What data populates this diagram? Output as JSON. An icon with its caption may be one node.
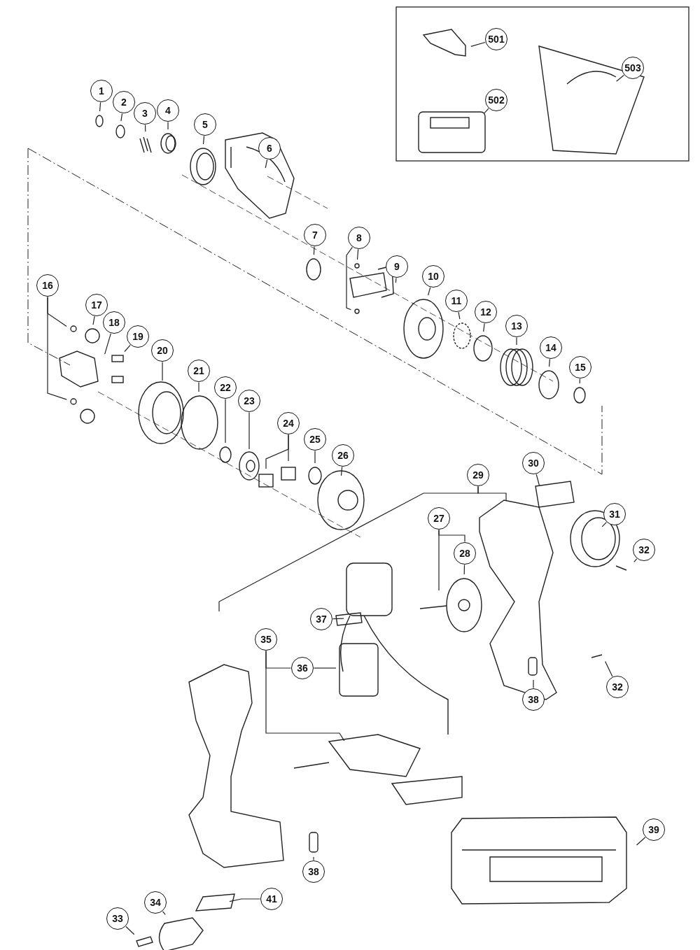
{
  "diagram": {
    "nodes": [
      {
        "text": [
          "1"
        ]
      },
      {
        "text": [
          "2"
        ]
      },
      {
        "text": [
          "3"
        ]
      },
      {
        "text": [
          "4"
        ]
      },
      {
        "text": [
          "5"
        ]
      },
      {
        "text": [
          "6"
        ]
      },
      {
        "text": [
          "7"
        ]
      },
      {
        "text": [
          "8"
        ]
      },
      {
        "text": [
          "9"
        ]
      },
      {
        "text": [
          "10"
        ]
      },
      {
        "text": [
          "11"
        ]
      },
      {
        "text": [
          "12"
        ]
      },
      {
        "text": [
          "13"
        ]
      },
      {
        "text": [
          "14"
        ]
      },
      {
        "text": [
          "15"
        ]
      },
      {
        "text": [
          "16"
        ]
      },
      {
        "text": [
          "17"
        ]
      },
      {
        "text": [
          "18"
        ]
      },
      {
        "text": [
          "19"
        ]
      },
      {
        "text": [
          "20"
        ]
      },
      {
        "text": [
          "21"
        ]
      },
      {
        "text": [
          "22"
        ]
      },
      {
        "text": [
          "23"
        ]
      },
      {
        "text": [
          "24"
        ]
      },
      {
        "text": [
          "25"
        ]
      },
      {
        "text": [
          "26"
        ]
      },
      {
        "text": [
          "29"
        ]
      },
      {
        "text": [
          "30"
        ]
      },
      {
        "text": [
          "27"
        ]
      },
      {
        "text": [
          "28"
        ]
      },
      {
        "text": [
          "31"
        ]
      },
      {
        "text": [
          "32"
        ]
      },
      {
        "text": [
          "37"
        ]
      },
      {
        "text": [
          "35"
        ]
      },
      {
        "text": [
          "36"
        ]
      },
      {
        "text": [
          "32"
        ]
      },
      {
        "text": [
          "38"
        ]
      },
      {
        "text": [
          "39"
        ]
      },
      {
        "text": [
          "38"
        ]
      },
      {
        "text": [
          "34"
        ]
      },
      {
        "text": [
          "33"
        ]
      },
      {
        "text": [
          "41"
        ]
      },
      {
        "text": [
          "501"
        ]
      },
      {
        "text": [
          "502"
        ]
      },
      {
        "text": [
          "503"
        ]
      }
    ],
    "edges": [
      {
        "from": 0,
        "to": null,
        "arrow": "none"
      },
      {
        "from": 1,
        "to": null,
        "arrow": "none"
      },
      {
        "from": 2,
        "to": null,
        "arrow": "none"
      },
      {
        "from": 3,
        "to": null,
        "arrow": "none"
      },
      {
        "from": 4,
        "to": null,
        "arrow": "none"
      },
      {
        "from": 5,
        "to": null,
        "arrow": "none"
      },
      {
        "from": 6,
        "to": null,
        "arrow": "none"
      },
      {
        "from": 7,
        "to": null,
        "arrow": "none"
      },
      {
        "from": 7,
        "to": null,
        "arrow": "none"
      },
      {
        "from": 8,
        "to": null,
        "arrow": "none"
      },
      {
        "from": 9,
        "to": null,
        "arrow": "none"
      },
      {
        "from": 10,
        "to": null,
        "arrow": "none"
      },
      {
        "from": 11,
        "to": null,
        "arrow": "none"
      },
      {
        "from": 12,
        "to": null,
        "arrow": "none"
      },
      {
        "from": 13,
        "to": null,
        "arrow": "none"
      },
      {
        "from": 14,
        "to": null,
        "arrow": "none"
      },
      {
        "from": 15,
        "to": null,
        "arrow": "none"
      },
      {
        "from": 15,
        "to": null,
        "arrow": "none"
      },
      {
        "from": 16,
        "to": null,
        "arrow": "none"
      },
      {
        "from": 17,
        "to": null,
        "arrow": "none"
      },
      {
        "from": 18,
        "to": null,
        "arrow": "none"
      },
      {
        "from": 19,
        "to": null,
        "arrow": "none"
      },
      {
        "from": 20,
        "to": null,
        "arrow": "none"
      },
      {
        "from": 21,
        "to": null,
        "arrow": "none"
      },
      {
        "from": 22,
        "to": null,
        "arrow": "none"
      },
      {
        "from": 23,
        "to": null,
        "arrow": "none"
      },
      {
        "from": 23,
        "to": null,
        "arrow": "none"
      },
      {
        "from": 24,
        "to": null,
        "arrow": "none"
      },
      {
        "from": 25,
        "to": null,
        "arrow": "none"
      },
      {
        "from": 26,
        "to": null,
        "arrow": "none"
      },
      {
        "from": 26,
        "to": null,
        "arrow": "none"
      },
      {
        "from": 27,
        "to": null,
        "arrow": "none"
      },
      {
        "from": 28,
        "to": null,
        "arrow": "none"
      },
      {
        "from": 28,
        "to": 29,
        "arrow": "none"
      },
      {
        "from": 29,
        "to": null,
        "arrow": "none"
      },
      {
        "from": 30,
        "to": null,
        "arrow": "none"
      },
      {
        "from": 31,
        "to": null,
        "arrow": "none"
      },
      {
        "from": 32,
        "to": null,
        "arrow": "none"
      },
      {
        "from": 33,
        "to": null,
        "arrow": "none"
      },
      {
        "from": 33,
        "to": 34,
        "arrow": "none"
      },
      {
        "from": 34,
        "to": null,
        "arrow": "none"
      },
      {
        "from": 35,
        "to": null,
        "arrow": "none"
      },
      {
        "from": 36,
        "to": null,
        "arrow": "none"
      },
      {
        "from": 37,
        "to": null,
        "arrow": "none"
      },
      {
        "from": 38,
        "to": null,
        "arrow": "none"
      },
      {
        "from": 39,
        "to": null,
        "arrow": "none"
      },
      {
        "from": 40,
        "to": null,
        "arrow": "none"
      },
      {
        "from": 41,
        "to": null,
        "arrow": "none"
      },
      {
        "from": 42,
        "to": null,
        "arrow": "none"
      },
      {
        "from": 43,
        "to": null,
        "arrow": "none"
      },
      {
        "from": 44,
        "to": null,
        "arrow": "none"
      }
    ]
  }
}
